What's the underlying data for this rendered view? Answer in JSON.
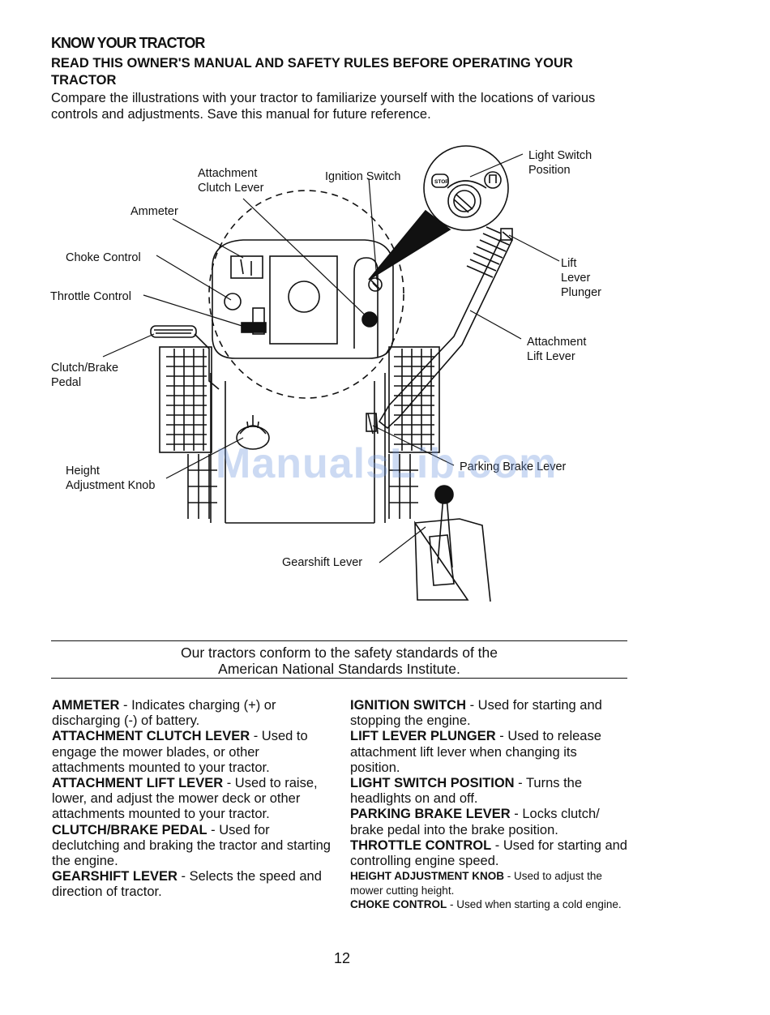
{
  "header": {
    "title": "KNOW YOUR TRACTOR",
    "subtitle": "READ THIS OWNER'S MANUAL AND SAFETY RULES BEFORE OPERATING YOUR TRACTOR",
    "intro": "Compare the illustrations with your tractor to familiarize yourself with the locations of various controls and adjustments. Save this manual for future reference."
  },
  "diagram_labels": {
    "attachment_clutch_lever": [
      "Attachment",
      "Clutch Lever"
    ],
    "ignition_switch": "Ignition Switch",
    "light_switch_position": [
      "Light Switch",
      "Position"
    ],
    "ammeter": "Ammeter",
    "choke_control": "Choke Control",
    "throttle_control": "Throttle Control",
    "lift_lever_plunger": [
      "Lift",
      "Lever",
      "Plunger"
    ],
    "attachment_lift_lever": [
      "Attachment",
      "Lift Lever"
    ],
    "clutch_brake_pedal": [
      "Clutch/Brake",
      "Pedal"
    ],
    "parking_brake_lever": "Parking Brake Lever",
    "height_adjustment_knob": [
      "Height",
      "Adjustment Knob"
    ],
    "gearshift_lever": "Gearshift Lever",
    "ignition_stop": "STOP"
  },
  "watermark": "ManualsLib.com",
  "standards_note": [
    "Our tractors conform to the safety standards of the",
    "American National Standards Institute."
  ],
  "descriptions": {
    "left": [
      {
        "term": "AMMETER",
        "text": " - Indicates charging (+) or discharging (-) of battery."
      },
      {
        "term": "ATTACHMENT CLUTCH LEVER",
        "text": " - Used to engage the mower blades, or other attachments mounted to your tractor."
      },
      {
        "term": "ATTACHMENT LIFT LEVER",
        "text": " - Used to raise, lower, and adjust the mower deck or other attachments mounted to your tractor."
      },
      {
        "term": "CLUTCH/BRAKE PEDAL",
        "text": " - Used for declutching and braking the tractor and starting the engine."
      },
      {
        "term": "GEARSHIFT LEVER",
        "text": " - Selects the speed and direction of tractor."
      }
    ],
    "right": [
      {
        "term": "IGNITION SWITCH",
        "text": " - Used for starting and stopping the engine."
      },
      {
        "term": "LIFT LEVER PLUNGER",
        "text": " - Used to release attachment lift lever when changing its position."
      },
      {
        "term": "LIGHT SWITCH POSITION",
        "text": " - Turns the headlights on and off."
      },
      {
        "term": "PARKING BRAKE LEVER",
        "text": " - Locks clutch/ brake pedal into the brake position."
      },
      {
        "term": "THROTTLE CONTROL",
        "text": " - Used for starting and controlling engine speed."
      },
      {
        "term": "HEIGHT ADJUSTMENT KNOB",
        "text": " - Used to adjust the mower cutting height."
      },
      {
        "term": "CHOKE CONTROL",
        "text": " - Used when starting a cold engine."
      }
    ]
  },
  "page_number": "12"
}
